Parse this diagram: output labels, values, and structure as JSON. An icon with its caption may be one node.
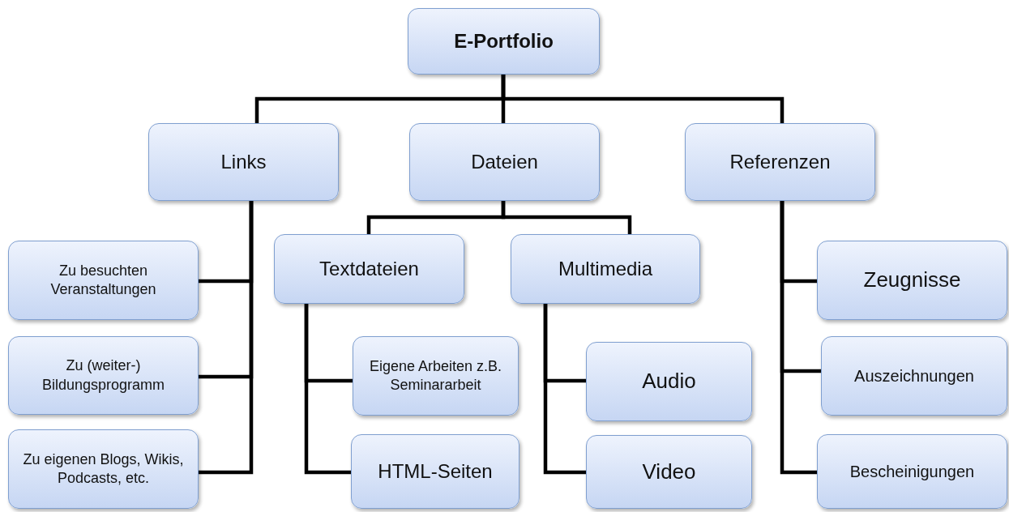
{
  "diagram": {
    "nodes": [
      {
        "text": [
          "E-Portfolio"
        ]
      },
      {
        "text": [
          "Links"
        ]
      },
      {
        "text": [
          "Dateien"
        ]
      },
      {
        "text": [
          "Referenzen"
        ]
      },
      {
        "text": [
          "Zu besuchten Veranstaltungen"
        ]
      },
      {
        "text": [
          "Zu (weiter-) Bildungsprogramm"
        ]
      },
      {
        "text": [
          "Zu eigenen Blogs, Wikis, Podcasts, etc."
        ]
      },
      {
        "text": [
          "Textdateien"
        ]
      },
      {
        "text": [
          "Multimedia"
        ]
      },
      {
        "text": [
          "Eigene Arbeiten z.B. Seminararbeit"
        ]
      },
      {
        "text": [
          "HTML-Seiten"
        ]
      },
      {
        "text": [
          "Audio"
        ]
      },
      {
        "text": [
          "Video"
        ]
      },
      {
        "text": [
          "Zeugnisse"
        ]
      },
      {
        "text": [
          "Auszeichnungen"
        ]
      },
      {
        "text": [
          "Bescheinigungen"
        ]
      }
    ],
    "edges": [
      {
        "from": 0,
        "to": 1,
        "arrow": "none"
      },
      {
        "from": 0,
        "to": 2,
        "arrow": "none"
      },
      {
        "from": 0,
        "to": 3,
        "arrow": "none"
      },
      {
        "from": 1,
        "to": 4,
        "arrow": "none"
      },
      {
        "from": 1,
        "to": 5,
        "arrow": "none"
      },
      {
        "from": 1,
        "to": 6,
        "arrow": "none"
      },
      {
        "from": 2,
        "to": 7,
        "arrow": "none"
      },
      {
        "from": 2,
        "to": 8,
        "arrow": "none"
      },
      {
        "from": 7,
        "to": 9,
        "arrow": "none"
      },
      {
        "from": 7,
        "to": 10,
        "arrow": "none"
      },
      {
        "from": 8,
        "to": 11,
        "arrow": "none"
      },
      {
        "from": 8,
        "to": 12,
        "arrow": "none"
      },
      {
        "from": 3,
        "to": 13,
        "arrow": "none"
      },
      {
        "from": 3,
        "to": 14,
        "arrow": "none"
      },
      {
        "from": 3,
        "to": 15,
        "arrow": "none"
      }
    ]
  }
}
